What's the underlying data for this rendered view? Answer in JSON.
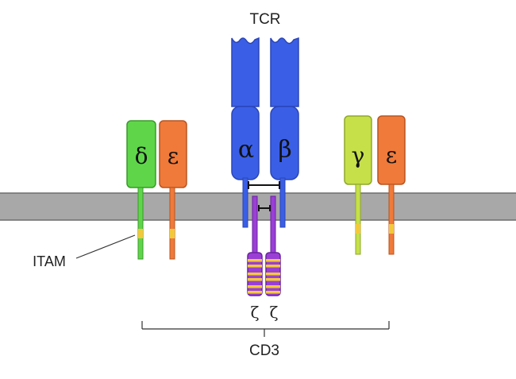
{
  "labels": {
    "tcr": "TCR",
    "cd3": "CD3",
    "itam": "ITAM",
    "alpha": "α",
    "beta": "β",
    "delta": "δ",
    "epsilon_left": "ε",
    "gamma": "γ",
    "epsilon_right": "ε",
    "zeta_left": "ζ",
    "zeta_right": "ζ"
  },
  "colors": {
    "tcr_blue": "#3a5fe6",
    "tcr_blue_dark": "#2a45b8",
    "delta_green": "#5fd64a",
    "epsilon_orange": "#f07a3a",
    "gamma_lime": "#c6e04a",
    "zeta_purple": "#9a3fd6",
    "itam_yellow": "#f3c93a",
    "membrane": "#a8a8a8",
    "membrane_edge": "#6e6e6e",
    "outline": "#333333"
  }
}
